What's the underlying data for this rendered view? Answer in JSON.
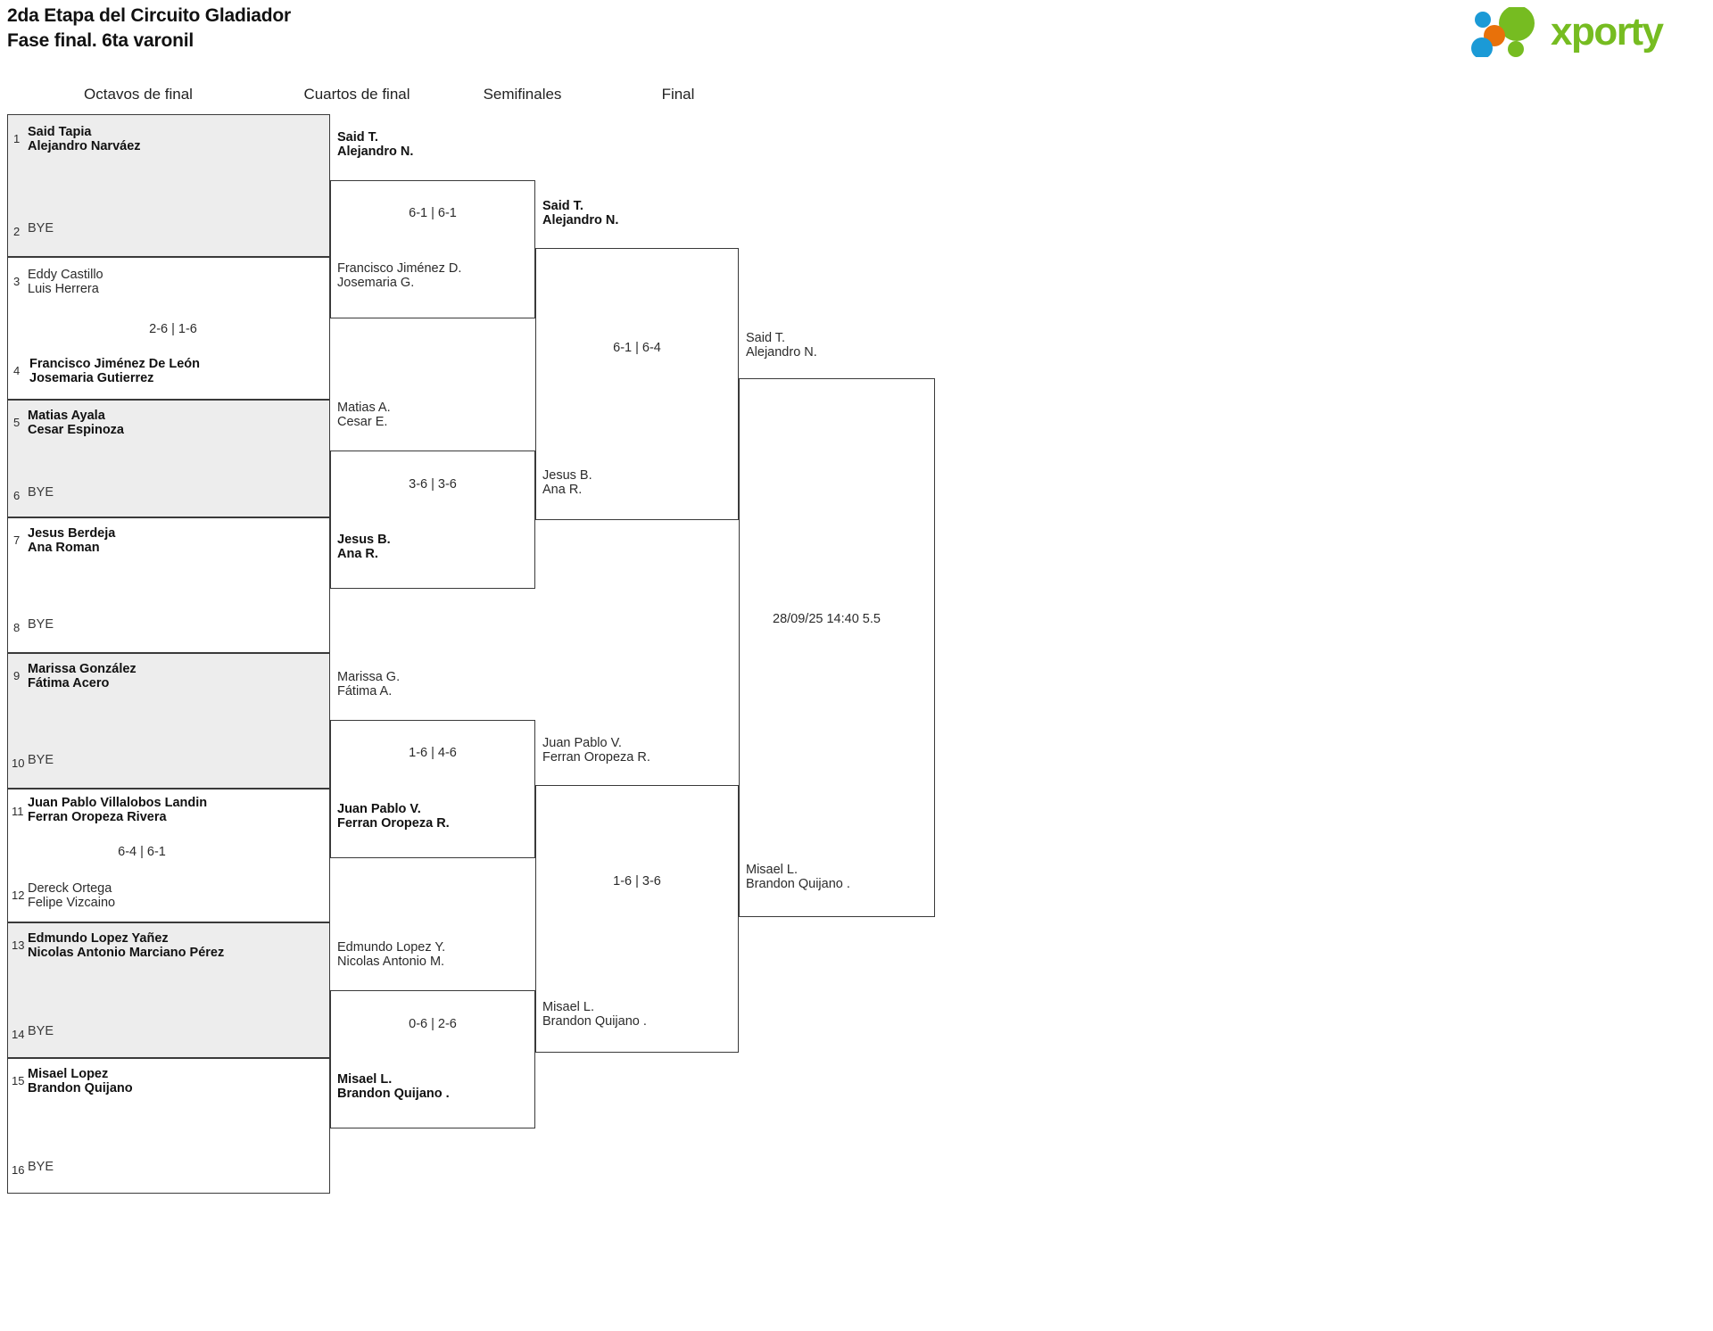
{
  "header": {
    "title_line1": "2da Etapa del Circuito Gladiador",
    "title_line2": "Fase final. 6ta varonil",
    "logo_text": "xporty",
    "logo_colors": {
      "green": "#76bc21",
      "orange": "#e8710a",
      "blue": "#1b9ad6"
    }
  },
  "rounds": [
    {
      "label": "Octavos de final"
    },
    {
      "label": "Cuartos de final"
    },
    {
      "label": "Semifinales"
    },
    {
      "label": "Final"
    }
  ],
  "bye_label": "BYE",
  "r16": [
    {
      "seed": "1",
      "p1": "Said Tapia",
      "p2": "Alejandro Narváez",
      "winner": true,
      "shaded": true
    },
    {
      "seed": "2",
      "bye": true,
      "winner": false,
      "shaded": true
    },
    {
      "seed": "3",
      "p1": "Eddy Castillo",
      "p2": "Luis Herrera",
      "winner": false,
      "shaded": false
    },
    {
      "seed": "4",
      "p1": "Francisco Jiménez De León",
      "p2": "Josemaria Gutierrez",
      "winner": true,
      "shaded": false
    },
    {
      "seed": "5",
      "p1": "Matias Ayala",
      "p2": "Cesar Espinoza",
      "winner": true,
      "shaded": true
    },
    {
      "seed": "6",
      "bye": true,
      "winner": false,
      "shaded": true
    },
    {
      "seed": "7",
      "p1": "Jesus Berdeja",
      "p2": "Ana Roman",
      "winner": true,
      "shaded": false
    },
    {
      "seed": "8",
      "bye": true,
      "winner": false,
      "shaded": false
    },
    {
      "seed": "9",
      "p1": "Marissa González",
      "p2": "Fátima Acero",
      "winner": true,
      "shaded": true
    },
    {
      "seed": "10",
      "bye": true,
      "winner": false,
      "shaded": true
    },
    {
      "seed": "11",
      "p1": "Juan Pablo Villalobos Landin",
      "p2": "Ferran Oropeza Rivera",
      "winner": true,
      "shaded": false
    },
    {
      "seed": "12",
      "p1": "Dereck Ortega",
      "p2": "Felipe Vizcaino",
      "winner": false,
      "shaded": false
    },
    {
      "seed": "13",
      "p1": "Edmundo Lopez Yañez",
      "p2": "Nicolas Antonio Marciano Pérez",
      "winner": true,
      "shaded": true
    },
    {
      "seed": "14",
      "bye": true,
      "winner": false,
      "shaded": true
    },
    {
      "seed": "15",
      "p1": "Misael Lopez",
      "p2": "Brandon Quijano",
      "winner": true,
      "shaded": false
    },
    {
      "seed": "16",
      "bye": true,
      "winner": false,
      "shaded": false
    }
  ],
  "r16_scores": [
    {
      "value": ""
    },
    {
      "value": "2-6 | 1-6"
    },
    {
      "value": ""
    },
    {
      "value": ""
    },
    {
      "value": ""
    },
    {
      "value": "6-4 | 6-1"
    },
    {
      "value": ""
    },
    {
      "value": ""
    }
  ],
  "qf": [
    {
      "p1": "Said T.",
      "p2": "Alejandro N.",
      "winner": true
    },
    {
      "p1": "Francisco Jiménez D.",
      "p2": "Josemaria G.",
      "winner": false
    },
    {
      "p1": "Matias A.",
      "p2": "Cesar E.",
      "winner": false
    },
    {
      "p1": "Jesus B.",
      "p2": "Ana R.",
      "winner": true
    },
    {
      "p1": "Marissa G.",
      "p2": "Fátima A.",
      "winner": false
    },
    {
      "p1": "Juan Pablo V.",
      "p2": "Ferran Oropeza R.",
      "winner": true
    },
    {
      "p1": "Edmundo Lopez Y.",
      "p2": "Nicolas Antonio M.",
      "winner": false
    },
    {
      "p1": "Misael L.",
      "p2": "Brandon Quijano .",
      "winner": true
    }
  ],
  "qf_scores": [
    {
      "value": "6-1 | 6-1"
    },
    {
      "value": "3-6 | 3-6"
    },
    {
      "value": "1-6 | 4-6"
    },
    {
      "value": "0-6 | 2-6"
    }
  ],
  "sf": [
    {
      "p1": "Said T.",
      "p2": "Alejandro N.",
      "winner": true
    },
    {
      "p1": "Jesus B.",
      "p2": "Ana R.",
      "winner": false
    },
    {
      "p1": "Juan Pablo V.",
      "p2": "Ferran Oropeza R.",
      "winner": false
    },
    {
      "p1": "Misael L.",
      "p2": "Brandon Quijano .",
      "winner": true
    }
  ],
  "sf_scores": [
    {
      "value": "6-1 | 6-4"
    },
    {
      "value": "1-6 | 3-6"
    }
  ],
  "final": {
    "top": {
      "p1": "Said T.",
      "p2": "Alejandro N.",
      "winner": false
    },
    "bottom": {
      "p1": "Misael L.",
      "p2": "Brandon Quijano .",
      "winner": false
    },
    "date": "28/09/25 14:40 5.5"
  }
}
